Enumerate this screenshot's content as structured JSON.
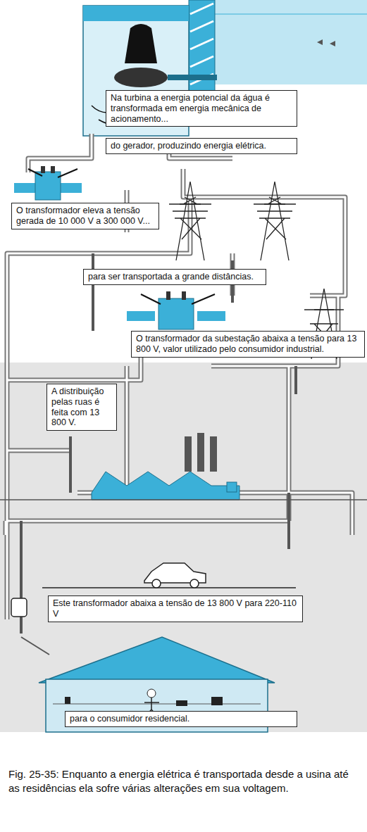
{
  "diagram": {
    "caption": "Fig. 25-35: Enquanto a energia elétrica é transportada desde a usina até as residências ela sofre várias alterações em sua voltagem.",
    "nodes": [
      {
        "text": [
          "Na turbina a energia potencial da água é transformada em energia mecânica de acionamento..."
        ]
      },
      {
        "text": [
          "do gerador, produzindo energia elétrica."
        ]
      },
      {
        "text": [
          "O transformador eleva a tensão gerada de 10 000 V a 300 000 V..."
        ]
      },
      {
        "text": [
          "para ser transportada a grande distâncias."
        ]
      },
      {
        "text": [
          "O transformador da subestação abaixa a tensão para 13 800 V, valor utilizado pelo consumidor industrial."
        ]
      },
      {
        "text": [
          "A distribuição pelas ruas é feita com 13 800 V."
        ]
      },
      {
        "text": [
          "Este transformador abaixa a tensão de 13 800 V para 220-110 V"
        ]
      },
      {
        "text": [
          "para o consumidor residencial."
        ]
      }
    ]
  }
}
